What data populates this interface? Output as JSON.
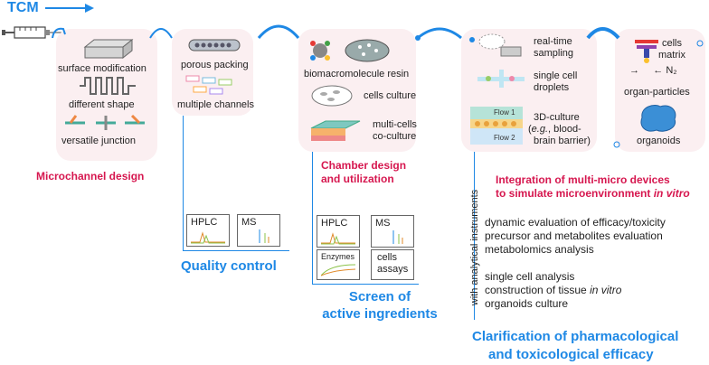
{
  "tcm_label": "TCM",
  "design": {
    "title": "Microchannel design",
    "items": [
      "surface modification",
      "different shape",
      "versatile junction"
    ]
  },
  "packing": {
    "items": [
      "porous packing",
      "multiple channels"
    ]
  },
  "quality": {
    "title": "Quality control",
    "hplc": "HPLC",
    "ms": "MS"
  },
  "chamber": {
    "title_line1": "Chamber design",
    "title_line2": "and utilization",
    "items": [
      "biomacromolecule resin",
      "cells culture",
      "multi-cells",
      "co-culture"
    ]
  },
  "screen": {
    "title_line1": "Screen of",
    "title_line2": "active ingredients",
    "hplc": "HPLC",
    "ms": "MS",
    "enzymes": "Enzymes",
    "cells1": "cells",
    "cells2": "assays"
  },
  "devices": {
    "sampling1": "real-time",
    "sampling2": "sampling",
    "droplet1": "single cell",
    "droplet2": "droplets",
    "culture1": "3D-culture",
    "culture2_pre": "(",
    "culture2_eg": "e.g.",
    "culture2_post": ", blood-",
    "culture3": "brain barrier)",
    "flow1": "Flow 1",
    "flow2": "Flow 2"
  },
  "organ": {
    "cells": "cells",
    "matrix": "matrix",
    "n2": "N₂",
    "particles": "organ-particles",
    "organoids": "organoids"
  },
  "integration": {
    "line1": "Integration of multi-micro devices",
    "line2_pre": "to simulate microenvironment ",
    "line2_em": "in vitro"
  },
  "vertical_label": "with analytical instruments",
  "evaluation": {
    "l1": "dynamic evaluation of efficacy/toxicity",
    "l2": "precursor and metabolites evaluation",
    "l3": "metabolomics analysis",
    "l4": "single cell analysis",
    "l5_pre": "construction of tissue ",
    "l5_em": "in vitro",
    "l6": "organoids culture"
  },
  "clarification": {
    "line1": "Clarification of pharmacological",
    "line2": "and toxicological efficacy"
  },
  "colors": {
    "blue": "#1e88e5",
    "red": "#d6174f",
    "panel": "#fbeff1"
  }
}
